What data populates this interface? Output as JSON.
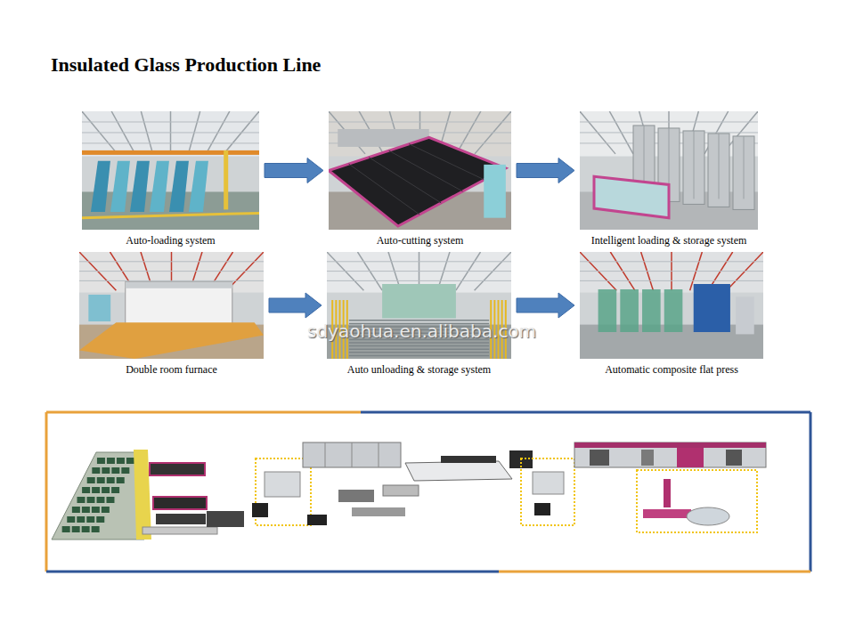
{
  "diagram": {
    "title": "Insulated Glass Production Line",
    "nodes": [
      {
        "text": [
          "Auto-loading  system"
        ]
      },
      {
        "text": [
          "Auto-cutting system"
        ]
      },
      {
        "text": [
          "Intelligent loading & storage system"
        ]
      },
      {
        "text": [
          "Double room furnace"
        ]
      },
      {
        "text": [
          "Auto unloading & storage system"
        ]
      },
      {
        "text": [
          "Automatic composite flat press"
        ]
      }
    ],
    "edges": [
      {
        "from": 0,
        "to": 1,
        "arrow": "to"
      },
      {
        "from": 1,
        "to": 2,
        "arrow": "to"
      },
      {
        "from": 3,
        "to": 4,
        "arrow": "to"
      },
      {
        "from": 4,
        "to": 5,
        "arrow": "to"
      }
    ],
    "labels": [
      "sdyaohua.en.alibaba.com"
    ]
  }
}
